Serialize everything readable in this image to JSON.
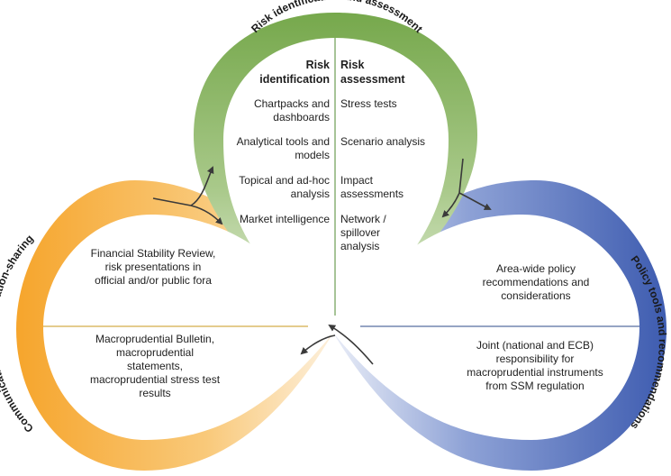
{
  "colors": {
    "green": "#7fae56",
    "orange": "#f7a733",
    "blue": "#4a67b8",
    "divider_green": "#4f8a30",
    "divider_orange": "#c89a1e",
    "divider_blue": "#2e4a8a"
  },
  "top_loop": {
    "caption": "Risk identification and assessment",
    "left_header": "Risk identification",
    "right_header": "Risk assessment",
    "left_items": [
      "Chartpacks and dashboards",
      "Analytical tools and models",
      "Topical and ad-hoc analysis",
      "Market intelligence"
    ],
    "right_items": [
      "Stress tests",
      "Scenario analysis",
      "Impact assessments",
      "Network / spillover analysis"
    ]
  },
  "left_loop": {
    "caption": "Communication and information-sharing",
    "upper_text": "Financial Stability Review, risk presentations in official and/or public fora",
    "lower_text": "Macroprudential Bulletin, macroprudential statements, macroprudential stress test results"
  },
  "right_loop": {
    "caption": "Policy tools and recommendations",
    "upper_text": "Area-wide policy recommendations and considerations",
    "lower_text": "Joint (national and ECB) responsibility for macroprudential instruments from SSM regulation"
  }
}
